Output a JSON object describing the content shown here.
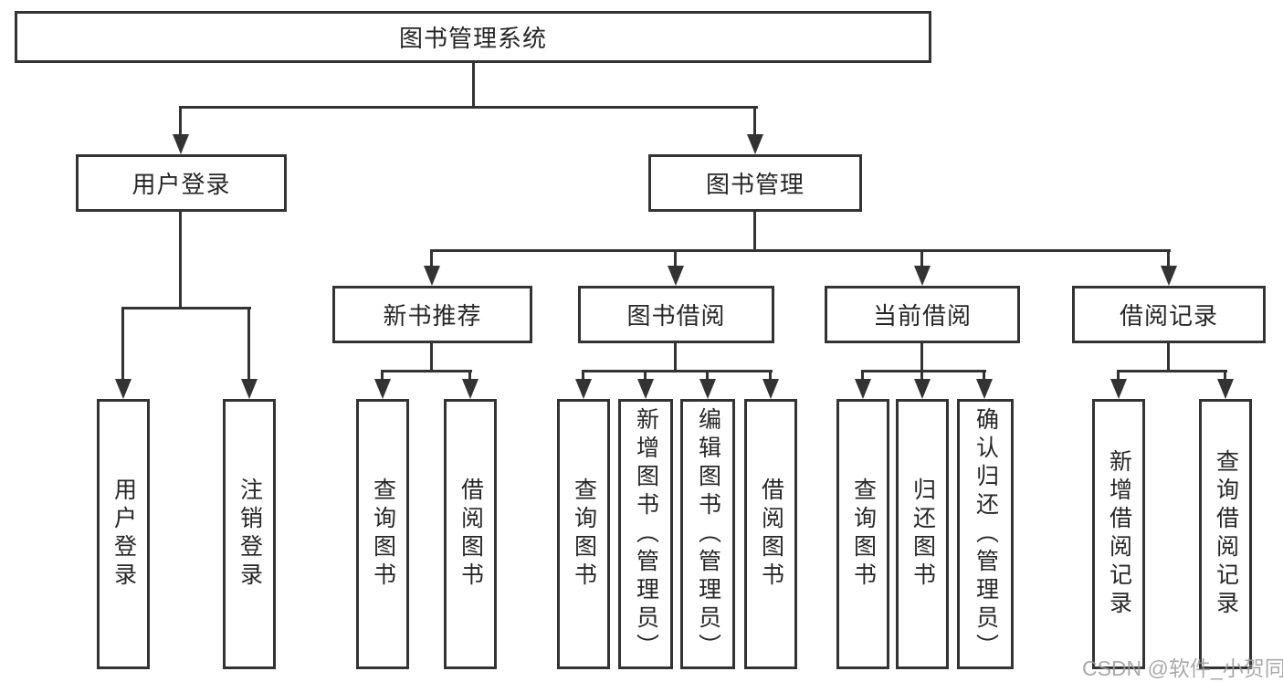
{
  "title": "图书管理系统",
  "nodes": {
    "root": "图书管理系统",
    "level2": {
      "user_login": "用户登录",
      "book_management": "图书管理"
    },
    "level3": {
      "new_book_recommend": "新书推荐",
      "book_borrowing": "图书借阅",
      "current_borrowing": "当前借阅",
      "borrow_records": "借阅记录"
    }
  },
  "leaves": {
    "user_login": [
      "用户登录",
      "注销登录"
    ],
    "new_book_recommend": [
      "查询图书",
      "借阅图书"
    ],
    "book_borrowing": [
      "查询图书",
      "新增图书（管理员）",
      "编辑图书（管理员）",
      "借阅图书"
    ],
    "current_borrowing": [
      "查询图书",
      "归还图书",
      "确认归还（管理员）"
    ],
    "borrow_records": [
      "新增借阅记录",
      "查询借阅记录"
    ]
  },
  "watermark": "CSDN @软件_小贺同学",
  "colors": {
    "line": "#333333",
    "border": "#333333",
    "text": "#262626",
    "watermark": "#9b9b9b",
    "background": "#ffffff"
  }
}
